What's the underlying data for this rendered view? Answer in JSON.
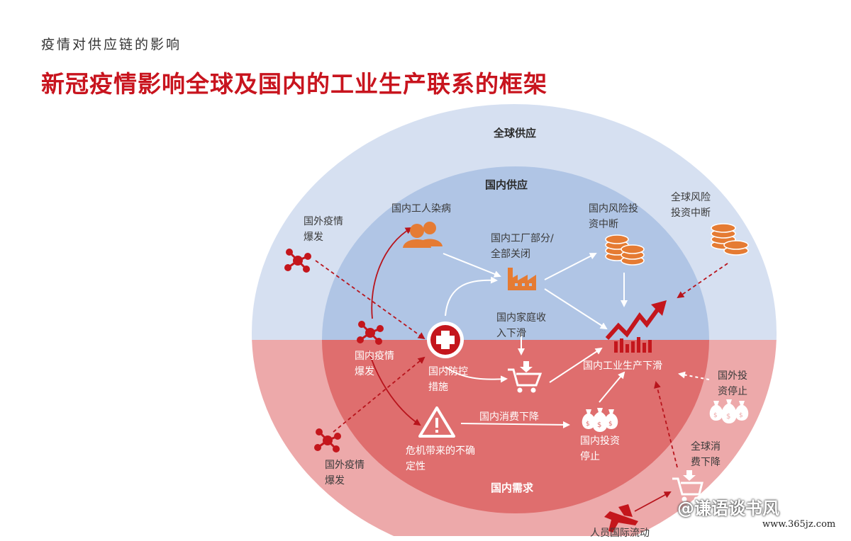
{
  "subtitle": "疫情对供应链的影响",
  "title": "新冠疫情影响全球及国内的工业生产联系的框架",
  "regions": {
    "global_supply": "全球供应",
    "domestic_supply": "国内供应",
    "domestic_demand": "国内需求"
  },
  "nodes": {
    "foreign_outbreak_top": [
      "国外疫情",
      "爆发"
    ],
    "workers_infected": "国内工人染病",
    "factory_closed": [
      "国内工厂部分/",
      "全部关闭"
    ],
    "domestic_risk_invest": [
      "国内风险投",
      "资中断"
    ],
    "global_risk_invest": [
      "全球风险",
      "投资中断"
    ],
    "domestic_outbreak": [
      "国内疫情",
      "爆发"
    ],
    "household_income": [
      "国内家庭收",
      "入下滑"
    ],
    "prevention_measures": [
      "国内防控",
      "措施"
    ],
    "industrial_decline": "国内工业生产下滑",
    "foreign_invest_stop": [
      "国外投",
      "资停止"
    ],
    "consumption_decline": "国内消费下降",
    "crisis_uncertainty": [
      "危机带来的不确",
      "定性"
    ],
    "domestic_invest_stop": [
      "国内投资",
      "停止"
    ],
    "global_consumption_decline": [
      "全球消",
      "费下降"
    ],
    "foreign_outbreak_bottom": [
      "国外疫情",
      "爆发"
    ],
    "people_flow": "人员国际流动"
  },
  "watermark": {
    "text": "@谦语谈书风",
    "url": "www.365jz.com"
  },
  "colors": {
    "title_red": "#c8141e",
    "outer_blue": "#d6e0f1",
    "inner_blue": "#b0c5e5",
    "outer_red": "#eda9aa",
    "inner_red": "#df6e6e",
    "icon_orange": "#e57b33",
    "icon_red": "#c4161c",
    "arrow_dark_red": "#b8141c"
  }
}
